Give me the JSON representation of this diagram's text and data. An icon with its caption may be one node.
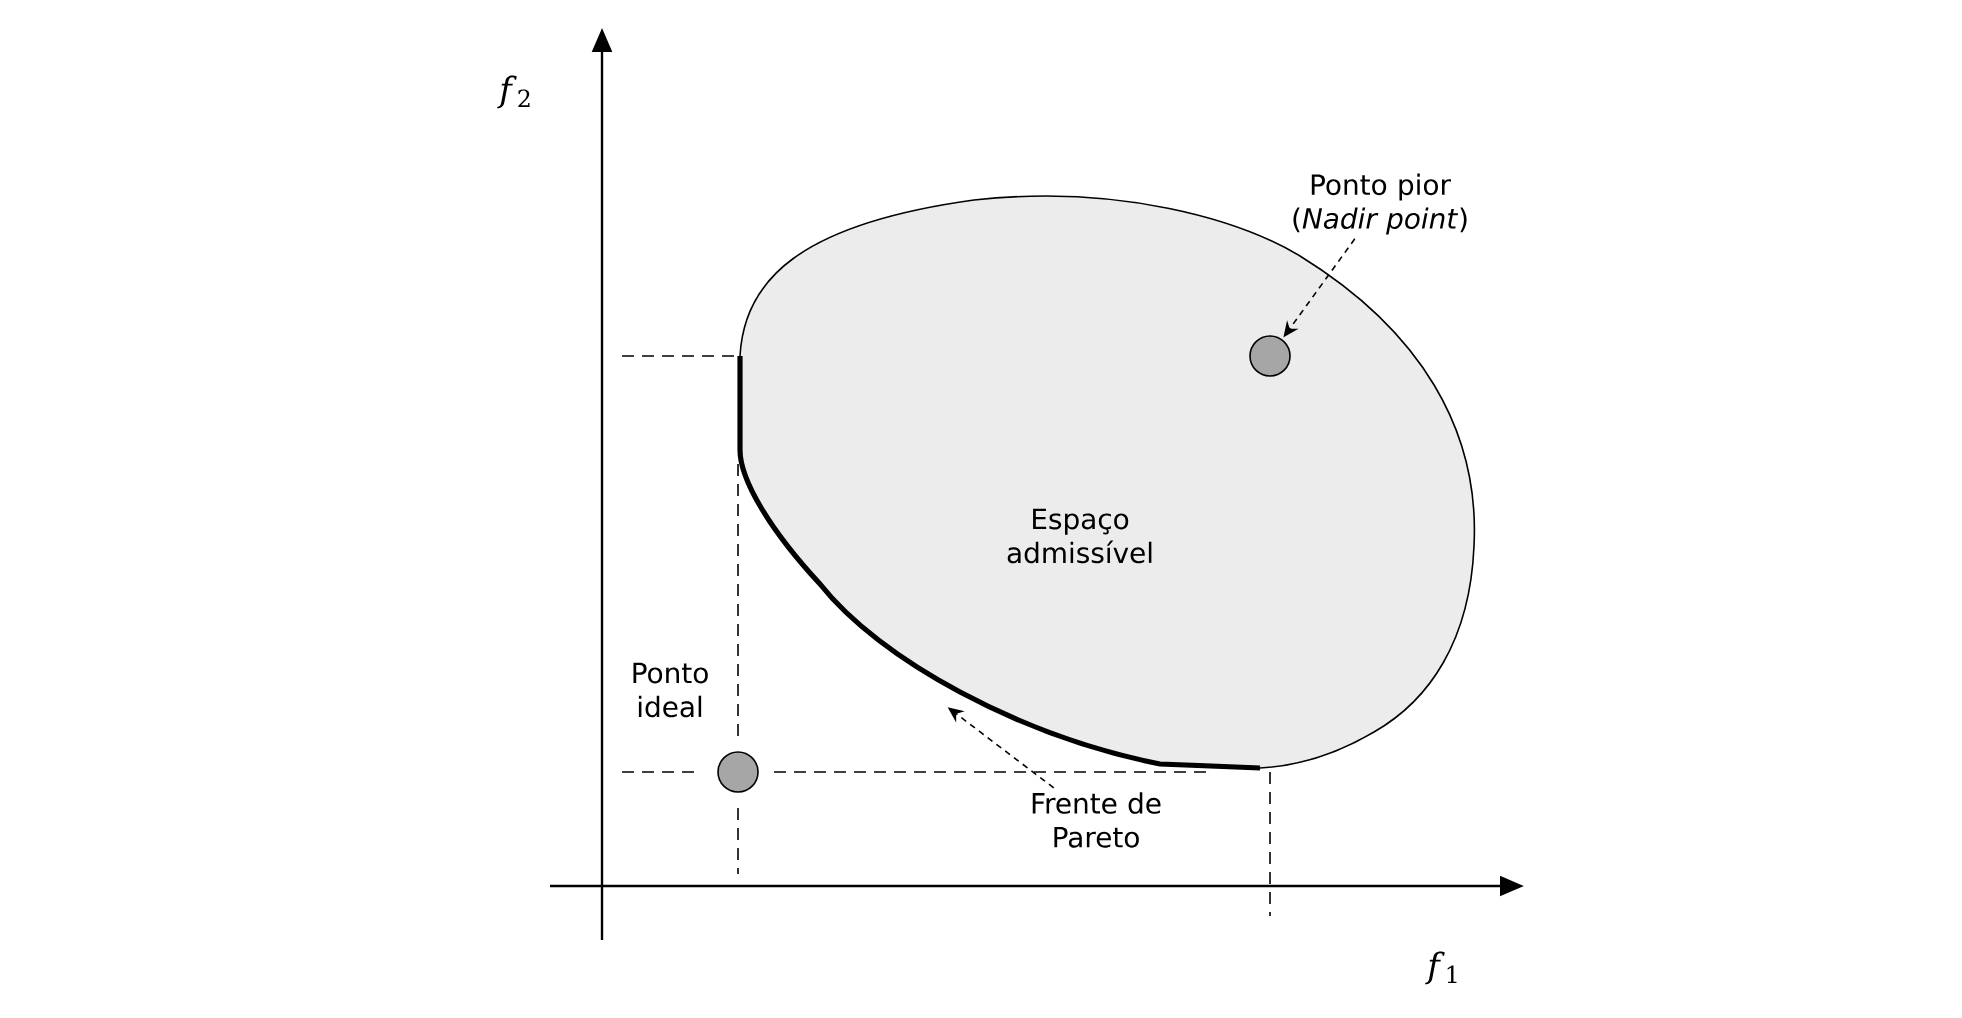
{
  "diagram": {
    "nodes": [
      {
        "text": [
          "Espaço admissível"
        ]
      },
      {
        "text": [
          "Ponto pior (*Nadir point*)"
        ]
      },
      {
        "text": [],
        "shape": "circle",
        "in": 0
      },
      {
        "text": [],
        "shape": "circle",
        "beside": [
          "Ponto ideal"
        ]
      },
      {
        "text": [
          "Frente de Pareto"
        ]
      }
    ],
    "edges": [
      {
        "from": 1,
        "to": 2,
        "arrow": "to",
        "style": "dashed"
      },
      {
        "from": 4,
        "to": 0,
        "arrow": "to",
        "style": "dashed"
      }
    ],
    "labels": [
      "*f*$_{2}$",
      "*f*$_{1}$"
    ]
  }
}
